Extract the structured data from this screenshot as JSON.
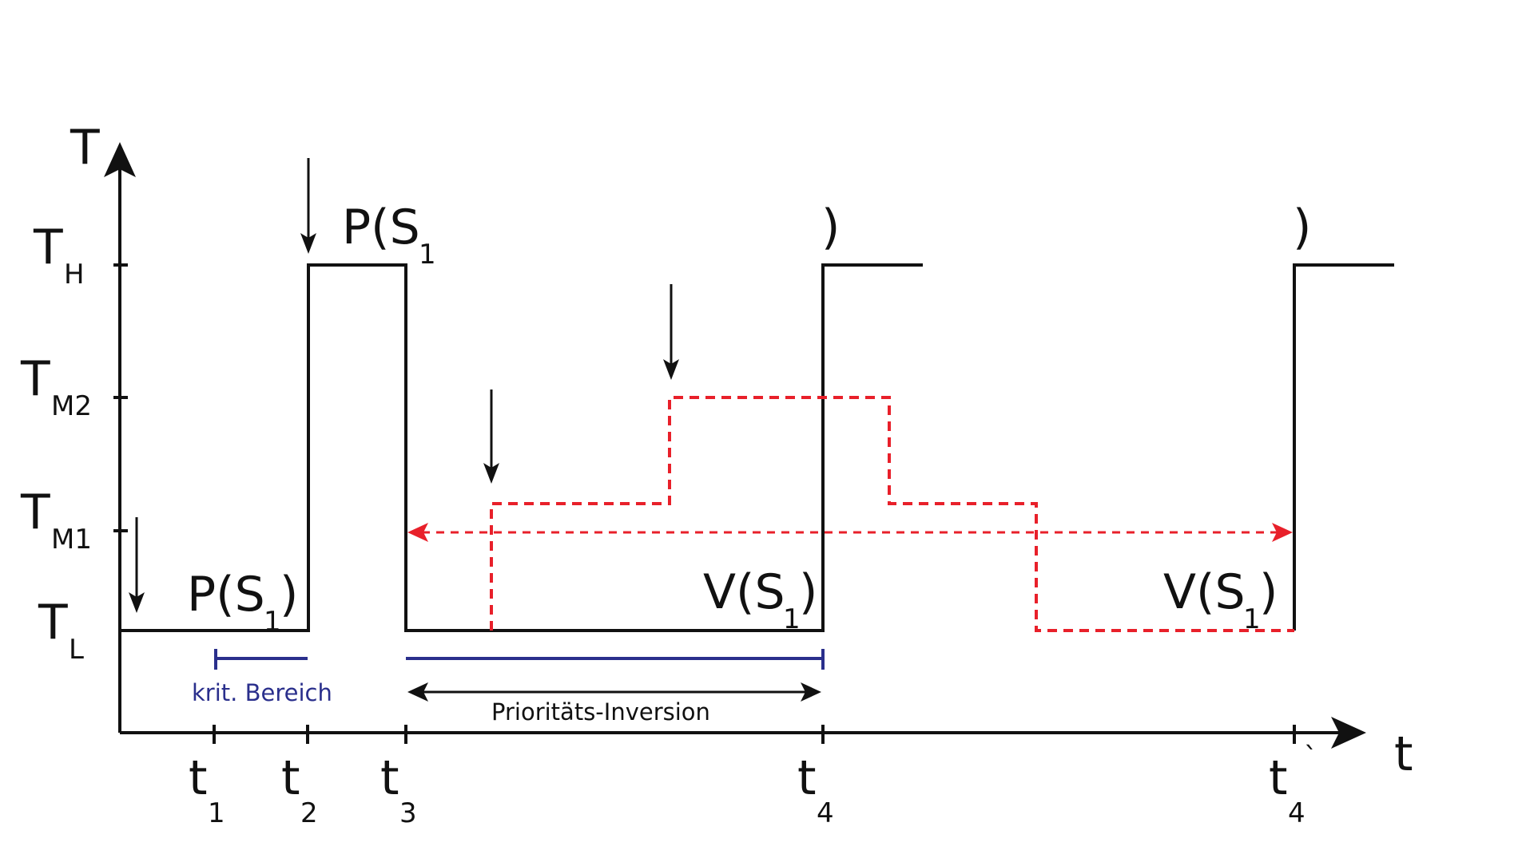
{
  "axes": {
    "y_label": "T",
    "x_label": "t"
  },
  "levels": [
    {
      "id": "TH",
      "main": "T",
      "sub": "H"
    },
    {
      "id": "TM2",
      "main": "T",
      "sub": "M2"
    },
    {
      "id": "TM1",
      "main": "T",
      "sub": "M1"
    },
    {
      "id": "TL",
      "main": "T",
      "sub": "L"
    }
  ],
  "time_marks": [
    {
      "id": "t1",
      "main": "t",
      "sub": "1"
    },
    {
      "id": "t2",
      "main": "t",
      "sub": "2"
    },
    {
      "id": "t3",
      "main": "t",
      "sub": "3"
    },
    {
      "id": "t4",
      "main": "t",
      "sub": "4"
    },
    {
      "id": "t4p",
      "main": "t",
      "sub": "4",
      "prime": "`"
    }
  ],
  "operations": {
    "p_low_open": "P(S",
    "p_low_sub": "1",
    "p_low_close": ")",
    "p_high_open": "P(S",
    "p_high_sub": "1",
    "p_high_close": ")",
    "p_high_close_second": ")",
    "v_first_open": "V(S",
    "v_first_sub": "1",
    "v_first_close": ")",
    "v_second_open": "V(S",
    "v_second_sub": "1",
    "v_second_close": ")"
  },
  "annotations": {
    "critical_section": "krit. Bereich",
    "priority_inversion": "Prioritäts-Inversion"
  },
  "colors": {
    "main_line": "#111111",
    "medium_tasks": "#e8202a",
    "critical_section": "#2a2f8c",
    "background": "#ffffff"
  }
}
